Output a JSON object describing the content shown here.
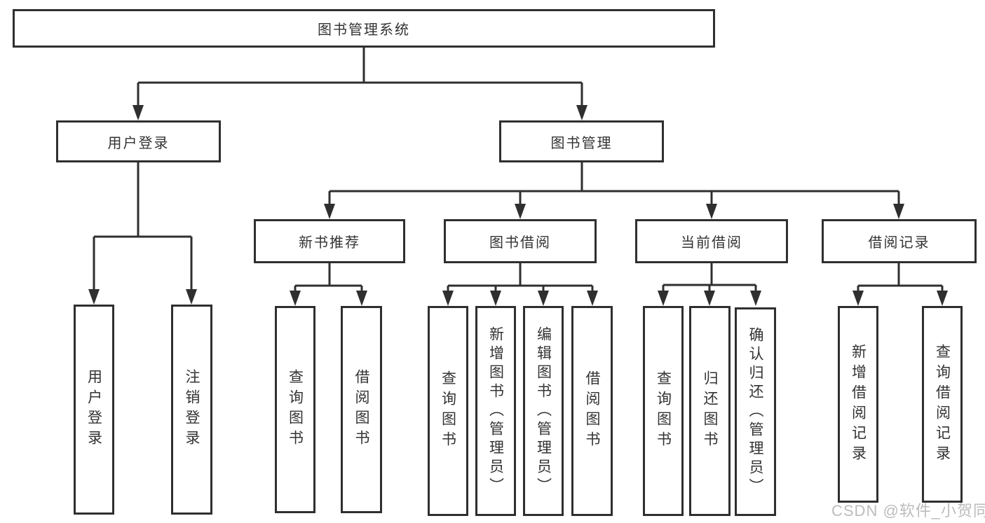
{
  "diagram": {
    "root": "图书管理系统",
    "login": {
      "label": "用户登录",
      "leaves": [
        "用户登录",
        "注销登录"
      ]
    },
    "management": {
      "label": "图书管理",
      "sections": [
        {
          "label": "新书推荐",
          "leaves": [
            "查询图书",
            "借阅图书"
          ]
        },
        {
          "label": "图书借阅",
          "leaves": [
            "查询图书",
            "新增图书（管理员）",
            "编辑图书（管理员）",
            "借阅图书"
          ]
        },
        {
          "label": "当前借阅",
          "leaves": [
            "查询图书",
            "归还图书",
            "确认归还（管理员）"
          ]
        },
        {
          "label": "借阅记录",
          "leaves": [
            "新增借阅记录",
            "查询借阅记录"
          ]
        }
      ]
    }
  },
  "watermark": {
    "text": "CSDN @软件_小贺同学"
  },
  "colors": {
    "line": "#2f2f2f",
    "text": "#333333",
    "watermark": "#bcbcbc",
    "background": "#ffffff"
  }
}
